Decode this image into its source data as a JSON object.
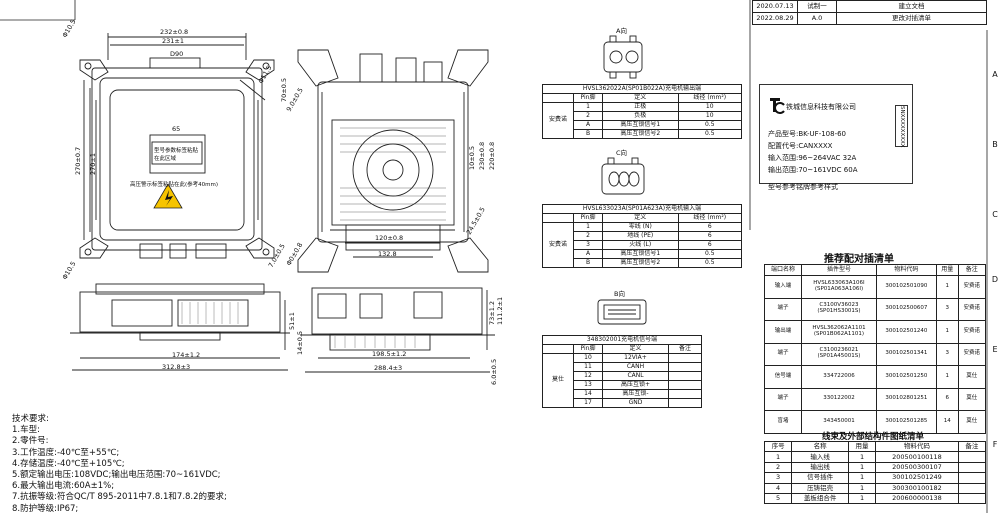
{
  "revision_table": {
    "rows": [
      {
        "date": "2020.07.13",
        "version": "试制一",
        "desc": "建立文档"
      },
      {
        "date": "2022.08.29",
        "version": "A.0",
        "desc": "更改对插清单"
      }
    ]
  },
  "edge_letters": [
    "A",
    "B",
    "C",
    "D",
    "E",
    "F"
  ],
  "front_view": {
    "dims": [
      "232±0.8",
      "231±1",
      "D90",
      "Φ10.5",
      "270±0.7",
      "270±1",
      "Φ10.5",
      "7.0±0.5",
      "Φ11.5"
    ],
    "window_label": "65",
    "sticker_lines": [
      "型号参数标签粘贴",
      "在此区域"
    ],
    "warning_text": "高压警示标签粘贴在此(参考40mm)"
  },
  "back_view": {
    "dims": [
      "9.0±0.5",
      "70±0.5",
      "10±0.5",
      "230±0.8",
      "220±0.8",
      "120±0.8",
      "132.8",
      "24.5±0.5",
      "Φ0±0.8"
    ]
  },
  "side_view": {
    "dims": [
      "174±1.2",
      "312.8±3",
      "51±1",
      "14±0.5"
    ]
  },
  "end_view": {
    "dims": [
      "198.5±1.2",
      "288.4±3",
      "73±1.2",
      "111.2±1",
      "6.0±0.5"
    ]
  },
  "conn_a": {
    "title": "A向",
    "table_title": "HVSL362022A(SP01B022A)充电机输出端",
    "headers": [
      "",
      "Pin脚",
      "定义",
      "线径 (mm²)"
    ],
    "group": "安费诺",
    "rows": [
      [
        "1",
        "正极",
        "10"
      ],
      [
        "2",
        "负极",
        "10"
      ],
      [
        "A",
        "高压互锁信号1",
        "0.5"
      ],
      [
        "B",
        "高压互锁信号2",
        "0.5"
      ]
    ]
  },
  "conn_c": {
    "title": "C向",
    "table_title": "HVSL633023A(SP01A623A)充电机输入端",
    "headers": [
      "",
      "Pin脚",
      "定义",
      "线径 (mm²)"
    ],
    "group": "安费诺",
    "rows": [
      [
        "1",
        "零线 (N)",
        "6"
      ],
      [
        "2",
        "地线 (PE)",
        "6"
      ],
      [
        "3",
        "火线 (L)",
        "6"
      ],
      [
        "A",
        "高压互锁信号1",
        "0.5"
      ],
      [
        "B",
        "高压互锁信号2",
        "0.5"
      ]
    ]
  },
  "conn_b": {
    "title": "B向",
    "table_title": "348302001充电机信号端",
    "headers": [
      "",
      "Pin脚",
      "定义",
      "备注"
    ],
    "group": "莫仕",
    "rows": [
      [
        "10",
        "12VIA+",
        ""
      ],
      [
        "11",
        "CANH",
        ""
      ],
      [
        "12",
        "CANL",
        ""
      ],
      [
        "13",
        "高压互锁+",
        ""
      ],
      [
        "14",
        "高压互锁-",
        ""
      ],
      [
        "17",
        "GND",
        ""
      ]
    ]
  },
  "label_card": {
    "company": "铁城信息科技有限公司",
    "lines": [
      "产品型号:BK-UF-108-60",
      "配置代号:CANXXXX",
      "输入范围:96~264VAC 32A",
      "输出范围:70~161VDC 60A"
    ],
    "stamp": "SNXXXXXXXXX",
    "caption": "型号参考铭牌参考样式"
  },
  "recommend": {
    "title": "推荐配对插清单",
    "headers": [
      "端口名称",
      "插件型号",
      "物料代码",
      "用量",
      "备注"
    ],
    "rows": [
      [
        "输入端",
        "HVSL633063A106I (SP01A063A106I)",
        "300102501090",
        "1",
        "安费诺"
      ],
      [
        "端子",
        "C3100V36023 (SP01HS3001S)",
        "300102500607",
        "3",
        "安费诺"
      ],
      [
        "输出端",
        "HVSL362062A1101 (SP01B062A1101)",
        "300102501240",
        "1",
        "安费诺"
      ],
      [
        "端子",
        "C3100236021 (SP01A45001S)",
        "300102501341",
        "3",
        "安费诺"
      ],
      [
        "信号端",
        "334722006",
        "300102501250",
        "1",
        "莫仕"
      ],
      [
        "端子",
        "330122002",
        "300102801251",
        "6",
        "莫仕"
      ],
      [
        "盲堵",
        "343450001",
        "300102501285",
        "14",
        "莫仕"
      ]
    ]
  },
  "bom": {
    "title": "线束及外部结构件图纸清单",
    "headers": [
      "序号",
      "名称",
      "用量",
      "物料代码",
      "备注"
    ],
    "rows": [
      [
        "1",
        "输入线",
        "1",
        "200500100118",
        ""
      ],
      [
        "2",
        "输出线",
        "1",
        "200500300107",
        ""
      ],
      [
        "3",
        "信号插件",
        "1",
        "300102501249",
        ""
      ],
      [
        "4",
        "压铸铝壳",
        "1",
        "300300100182",
        ""
      ],
      [
        "5",
        "盖板组合件",
        "1",
        "200600000138",
        ""
      ]
    ]
  },
  "notes": {
    "title": "技术要求:",
    "items": [
      "1.车型:",
      "2.零件号:",
      "3.工作温度:-40℃至+55℃;",
      "4.存储温度:-40℃至+105℃;",
      "5.额定输出电压:108VDC;输出电压范围:70~161VDC;",
      "6.最大输出电流:60A±1%;",
      "7.抗振等级:符合QC/T 895-2011中7.8.1和7.8.2的要求;",
      "8.防护等级:IP67;"
    ]
  }
}
